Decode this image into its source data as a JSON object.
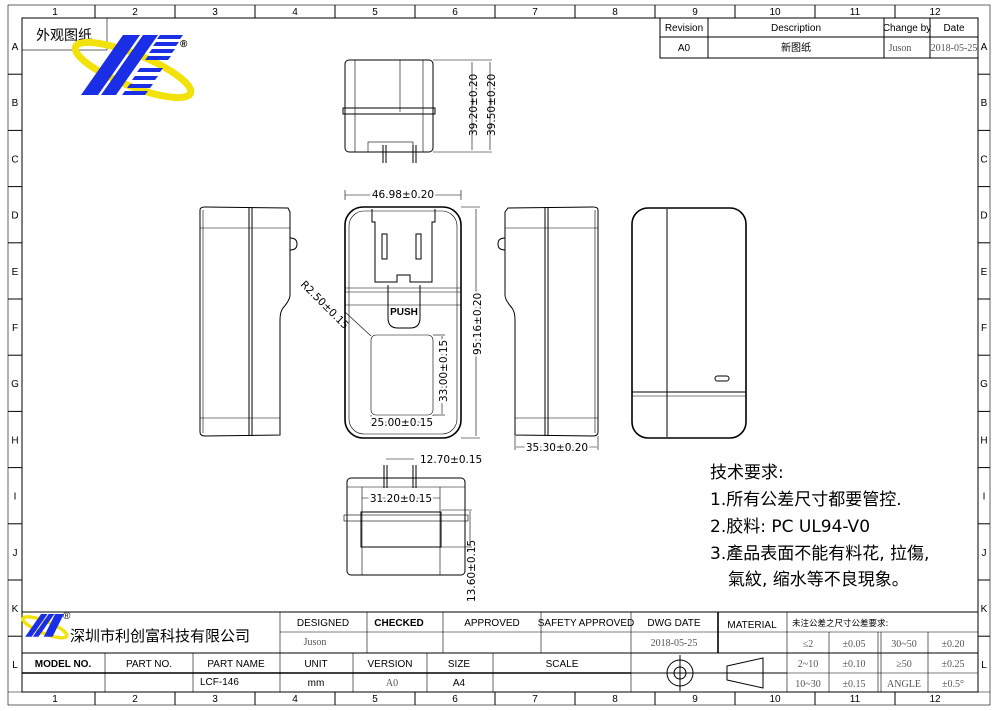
{
  "frame": {
    "columns": [
      "1",
      "2",
      "3",
      "4",
      "5",
      "6",
      "7",
      "8",
      "9",
      "10",
      "11",
      "12"
    ],
    "rows": [
      "A",
      "B",
      "C",
      "D",
      "E",
      "F",
      "G",
      "H",
      "I",
      "J",
      "K",
      "L"
    ]
  },
  "doc_type_label": "外观图纸",
  "logo": {
    "registered_mark": "®",
    "company_name": "深圳市利创富科技有限公司"
  },
  "revision_table": {
    "headers": [
      "Revision",
      "Description",
      "Change by",
      "Date"
    ],
    "rows": [
      [
        "A0",
        "新图纸",
        "Juson",
        "2018-05-25"
      ]
    ]
  },
  "dimensions": {
    "top_height_inner": "39.20±0.20",
    "top_height_outer": "39.50±0.20",
    "front_width": "46.98±0.20",
    "front_height": "95.16±0.20",
    "radius": "R2.50±0.15",
    "label_height": "33.00±0.15",
    "label_width": "25.00±0.15",
    "side_depth": "35.30±0.20",
    "pin_spacing": "12.70±0.15",
    "bottom_width": "31.20±0.15",
    "bottom_height": "13.60±0.15",
    "push_label": "PUSH"
  },
  "tech_requirements": {
    "title": "技术要求:",
    "items": [
      "1.所有公差尺寸都要管控.",
      "2.胶料: PC UL94-V0",
      "3.產品表面不能有料花, 拉傷,",
      "氣紋, 缩水等不良現象。"
    ]
  },
  "title_block": {
    "designed_label": "DESIGNED",
    "designed_value": "Juson",
    "checked_label": "CHECKED",
    "checked_value": "",
    "approved_label": "APPROVED",
    "safety_label": "SAFETY APPROVED",
    "dwg_date_label": "DWG  DATE",
    "dwg_date_value": "2018-05-25",
    "material_label": "MATERIAL",
    "model_no_label": "MODEL NO.",
    "part_no_label": "PART NO.",
    "part_name_label": "PART NAME",
    "part_name_value": "LCF-146",
    "unit_label": "UNIT",
    "unit_value": "mm",
    "version_label": "VERSION",
    "version_value": "A0",
    "size_label": "SIZE",
    "size_value": "A4",
    "scale_label": "SCALE"
  },
  "tolerance_table": {
    "title": "未注公差之尺寸公差要求:",
    "rows": [
      [
        "≤2",
        "±0.05",
        "30~50",
        "±0.20"
      ],
      [
        "2~10",
        "±0.10",
        "≥50",
        "±0.25"
      ],
      [
        "10~30",
        "±0.15",
        "ANGLE",
        "±0.5°"
      ]
    ]
  },
  "colors": {
    "logo_blue": "#1a2ee6",
    "logo_yellow": "#f2e20a"
  }
}
